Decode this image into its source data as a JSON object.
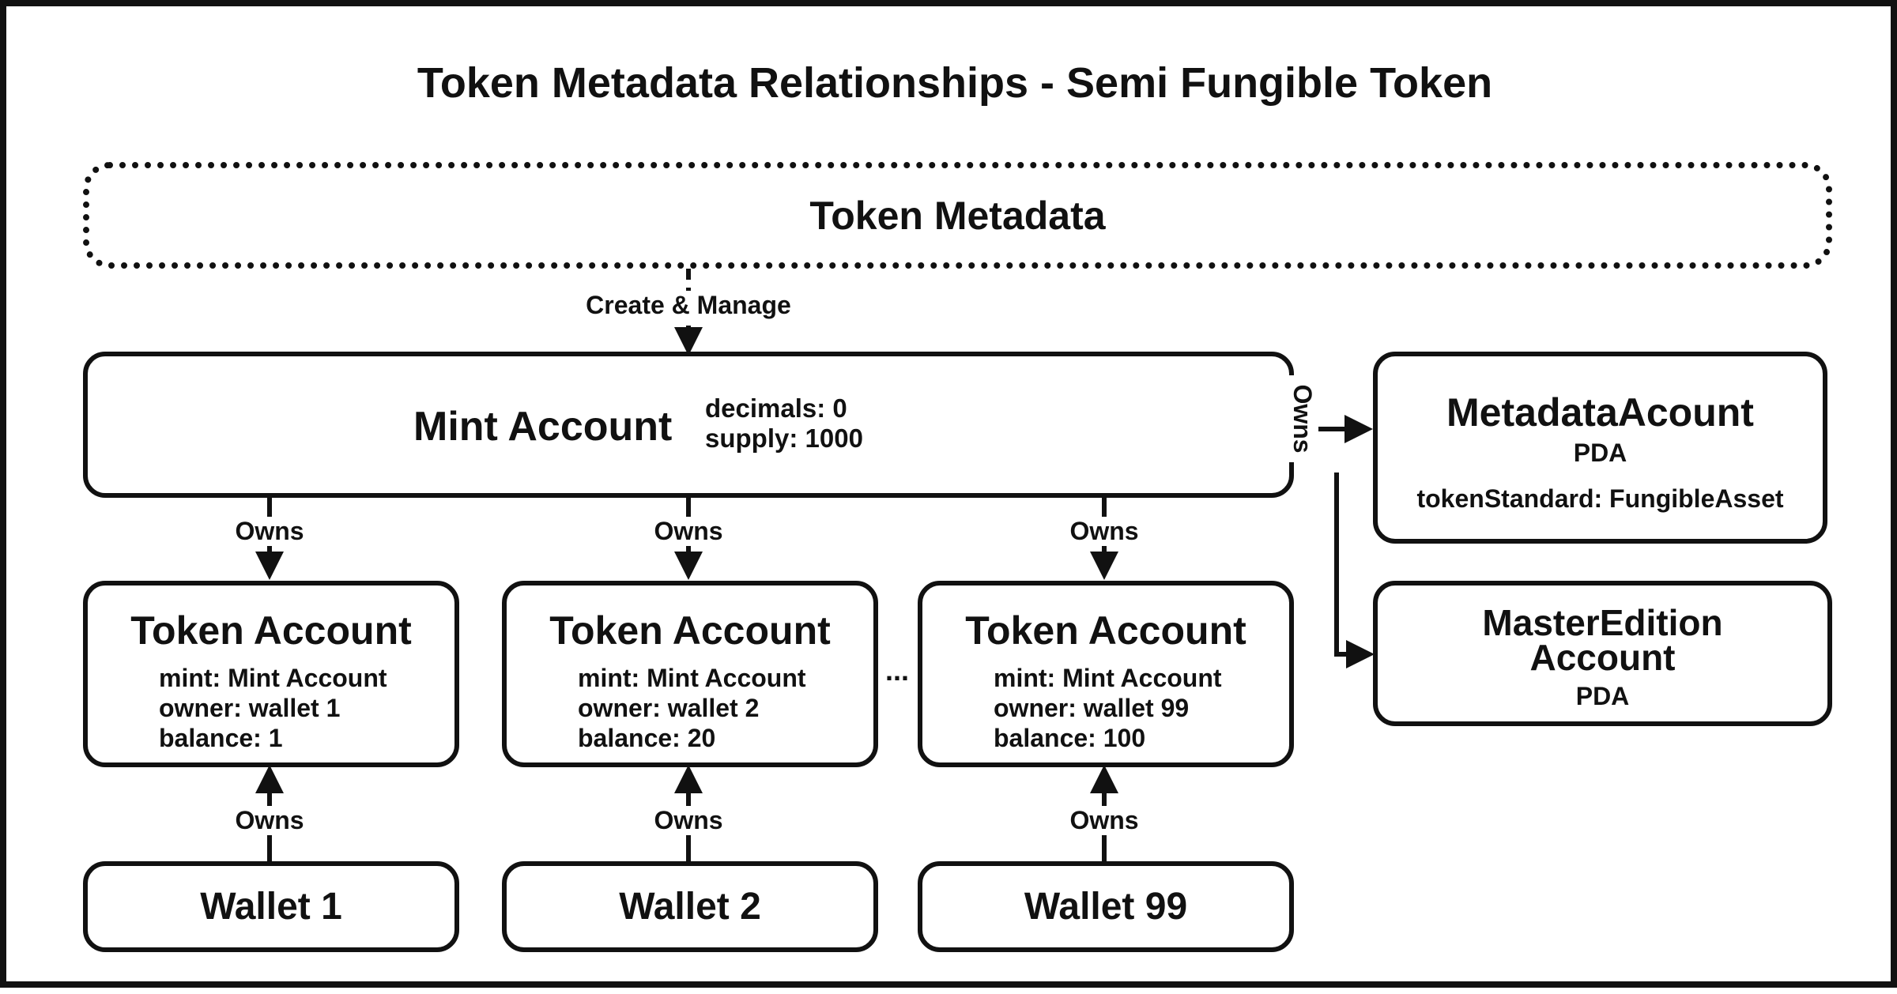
{
  "title": "Token Metadata Relationships - Semi Fungible Token",
  "token_metadata": {
    "label": "Token Metadata"
  },
  "create_manage_label": "Create & Manage",
  "mint_account": {
    "title": "Mint Account",
    "decimals": "decimals: 0",
    "supply": "supply: 1000"
  },
  "owns_label": "Owns",
  "ellipsis": "...",
  "token_accounts": [
    {
      "title": "Token Account",
      "mint": "mint: Mint Account",
      "owner": "owner: wallet 1",
      "balance": "balance: 1"
    },
    {
      "title": "Token Account",
      "mint": "mint: Mint Account",
      "owner": "owner: wallet 2",
      "balance": "balance: 20"
    },
    {
      "title": "Token Account",
      "mint": "mint: Mint Account",
      "owner": "owner: wallet 99",
      "balance": "balance: 100"
    }
  ],
  "wallets": [
    "Wallet 1",
    "Wallet 2",
    "Wallet 99"
  ],
  "metadata_account": {
    "title": "MetadataAcount",
    "subtitle": "PDA",
    "token_standard": "tokenStandard: FungibleAsset"
  },
  "master_edition": {
    "title_line1": "MasterEdition",
    "title_line2": "Account",
    "subtitle": "PDA"
  },
  "colors": {
    "stroke": "#111111",
    "background": "#ffffff"
  }
}
